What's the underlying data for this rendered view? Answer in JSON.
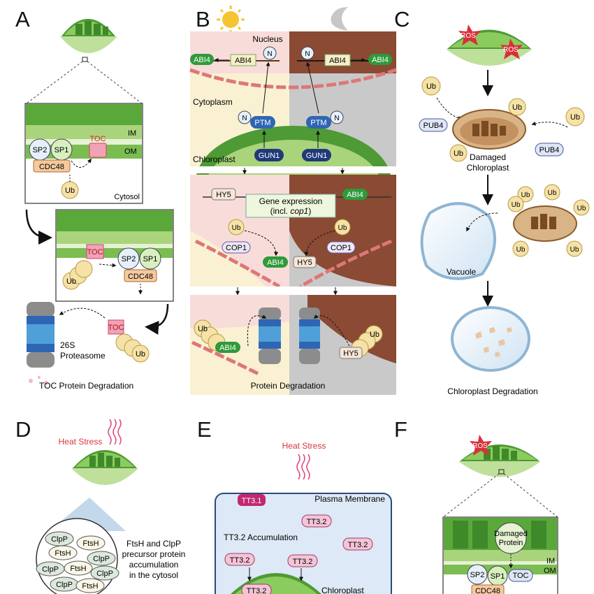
{
  "panels": {
    "A": {
      "letter": "A",
      "labels": {
        "im": "IM",
        "om": "OM",
        "sp2": "SP2",
        "sp1": "SP1",
        "toc": "TOC",
        "cdc48": "CDC48",
        "ub": "Ub",
        "cytosol": "Cytosol",
        "proteasome_line1": "26S",
        "proteasome_line2": "Proteasome",
        "toc_degradation": "TOC Protein Degradation"
      }
    },
    "B": {
      "letter": "B",
      "labels": {
        "nucleus": "Nucleus",
        "n": "N",
        "abi4": "ABI4",
        "cytoplasm": "Cytoplasm",
        "ptm": "PTM",
        "chloroplast": "Chloroplast",
        "gun1": "GUN1",
        "hy5": "HY5",
        "gene_expression_line1": "Gene expression",
        "gene_expression_line2_prefix": "(incl. ",
        "gene_expression_line2_gene": "cop1",
        "gene_expression_line2_suffix": ")",
        "ub": "Ub",
        "cop1": "COP1",
        "protein_degradation": "Protein Degradation"
      }
    },
    "C": {
      "letter": "C",
      "labels": {
        "ros": "ROS",
        "ub": "Ub",
        "pub4": "PUB4",
        "damaged_line1": "Damaged",
        "damaged_line2": "Chloroplast",
        "vacuole": "Vacuole",
        "chloroplast_degradation": "Chloroplast Degradation"
      }
    },
    "D": {
      "letter": "D",
      "labels": {
        "heat_stress": "Heat Stress",
        "clpp": "ClpP",
        "ftsh": "FtsH",
        "desc_line1": "FtsH and ClpP",
        "desc_line2": "precursor protein",
        "desc_line3": "accumulation",
        "desc_line4": "in the cytosol"
      }
    },
    "E": {
      "letter": "E",
      "labels": {
        "heat_stress": "Heat Stress",
        "tt31": "TT3.1",
        "plasma_membrane": "Plasma Membrane",
        "tt32": "TT3.2",
        "tt32_accumulation": "TT3.2 Accumulation",
        "chloroplast": "Chloroplast"
      }
    },
    "F": {
      "letter": "F",
      "labels": {
        "ros": "ROS",
        "damaged_line1": "Damaged",
        "damaged_line2": "Protein",
        "im": "IM",
        "om": "OM",
        "sp2": "SP2",
        "sp1": "SP1",
        "toc": "TOC",
        "cdc48": "CDC48"
      }
    }
  },
  "colors": {
    "chloroplast_green": "#6dbb45",
    "chloroplast_light": "#b9dc8c",
    "day_bg": "#faf1d2",
    "night_bg": "#8a4a33",
    "night_gray": "#c9c9c9",
    "ub_fill": "#f6e2a6",
    "toc_pink": "#f1a3b4",
    "cdc48_orange": "#f5c9a0",
    "green_label": "#2f9a3a",
    "heat_red": "#d9343a",
    "membrane_blue": "#dde9f6",
    "tt32_pink": "#f4c4d7",
    "tt31_magenta": "#c2276f",
    "ros_red": "#d8303a",
    "proteasome_gray": "#8c8c8c",
    "proteasome_blue": "#2f66b4"
  }
}
